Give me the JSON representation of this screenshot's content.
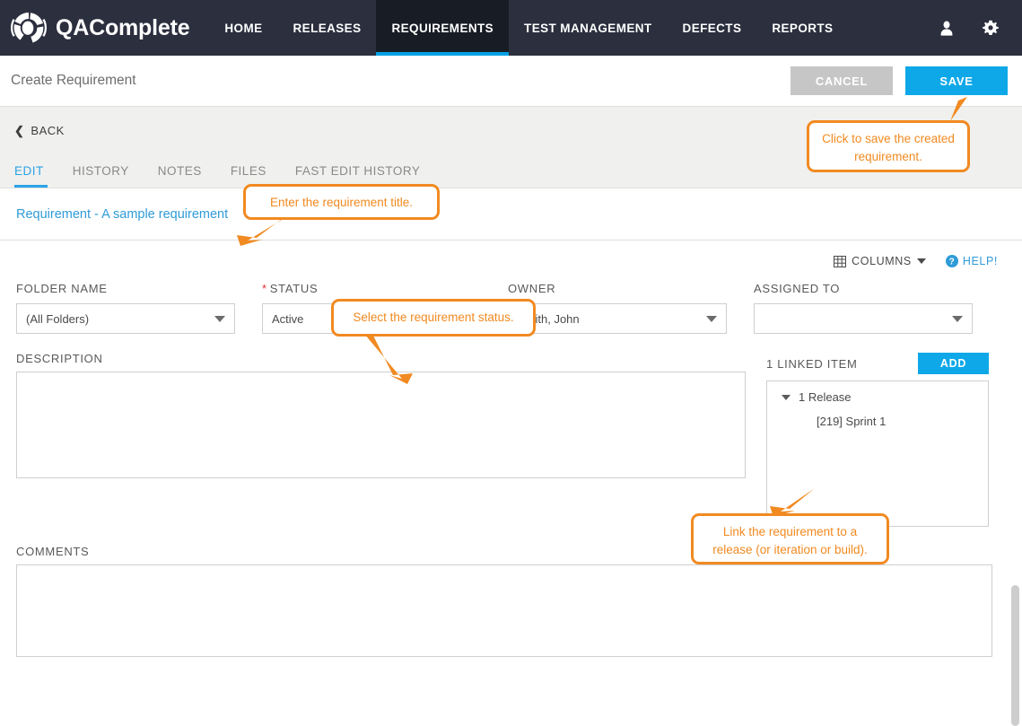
{
  "app": {
    "brand_name": "QAComplete",
    "logo_icon": "qacomplete-logo-icon"
  },
  "nav": {
    "items": [
      {
        "label": "HOME",
        "active": false
      },
      {
        "label": "RELEASES",
        "active": false
      },
      {
        "label": "REQUIREMENTS",
        "active": true
      },
      {
        "label": "TEST MANAGEMENT",
        "active": false
      },
      {
        "label": "DEFECTS",
        "active": false
      },
      {
        "label": "REPORTS",
        "active": false
      }
    ],
    "user_icon": "user-icon",
    "settings_icon": "gear-icon"
  },
  "titlebar": {
    "page_title": "Create Requirement",
    "cancel_label": "CANCEL",
    "save_label": "SAVE"
  },
  "subbar": {
    "back_label": "BACK",
    "back_icon": "chevron-left-icon",
    "tabs": [
      {
        "label": "EDIT",
        "active": true
      },
      {
        "label": "HISTORY",
        "active": false
      },
      {
        "label": "NOTES",
        "active": false
      },
      {
        "label": "FILES",
        "active": false
      },
      {
        "label": "FAST EDIT HISTORY",
        "active": false
      }
    ]
  },
  "record": {
    "title_link": "Requirement - A sample requirement"
  },
  "toolbar": {
    "columns_label": "COLUMNS",
    "columns_icon": "grid-icon",
    "help_label": "HELP!",
    "help_icon": "question-circle-icon"
  },
  "form": {
    "folder": {
      "label": "FOLDER NAME",
      "value": "(All Folders)"
    },
    "status": {
      "label": "STATUS",
      "required_marker": "*",
      "value": "Active"
    },
    "owner": {
      "label": "OWNER",
      "value": "Smith, John"
    },
    "assigned_to": {
      "label": "ASSIGNED TO",
      "value": ""
    },
    "description": {
      "label": "DESCRIPTION",
      "value": ""
    },
    "comments": {
      "label": "COMMENTS",
      "value": ""
    }
  },
  "linked": {
    "header": "1 LINKED ITEM",
    "add_label": "ADD",
    "group_label": "1 Release",
    "group_toggle_icon": "triangle-down-icon",
    "items": [
      {
        "label": "[219] Sprint 1"
      }
    ]
  },
  "callouts": [
    {
      "id": "save",
      "text": "Click to save the created requirement."
    },
    {
      "id": "title",
      "text": "Enter the requirement title."
    },
    {
      "id": "status",
      "text": "Select the requirement status."
    },
    {
      "id": "link",
      "text": "Link the requirement to a release (or iteration or build)."
    }
  ],
  "colors": {
    "nav_bg": "#2b2f3e",
    "nav_active_bg": "#181c25",
    "accent_blue": "#00a0e3",
    "primary_button": "#0ea8e8",
    "cancel_button": "#c6c6c6",
    "callout_orange": "#f18a21",
    "link_blue": "#2f9bd8",
    "required_red": "#e03131"
  }
}
